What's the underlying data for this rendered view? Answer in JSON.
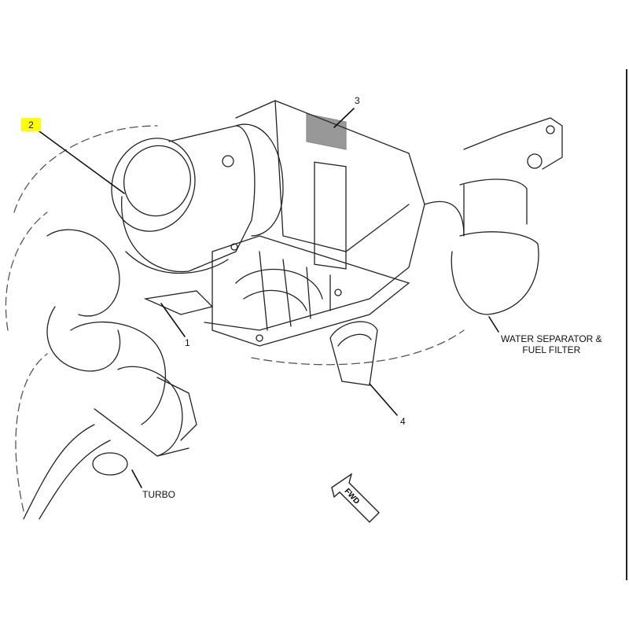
{
  "diagram": {
    "callouts": [
      {
        "id": "2",
        "label": "2",
        "highlight": "#ffff00"
      },
      {
        "id": "3",
        "label": "3"
      },
      {
        "id": "1",
        "label": "1"
      },
      {
        "id": "4",
        "label": "4"
      }
    ],
    "component_labels": {
      "water_separator_line1": "WATER SEPARATOR &",
      "water_separator_line2": "FUEL FILTER",
      "turbo": "TURBO"
    },
    "direction_arrow": {
      "label": "FWD",
      "icon": "forward-direction-arrow-icon"
    },
    "colors": {
      "line": "#111111",
      "highlight": "#ffff00",
      "background": "#ffffff"
    }
  }
}
